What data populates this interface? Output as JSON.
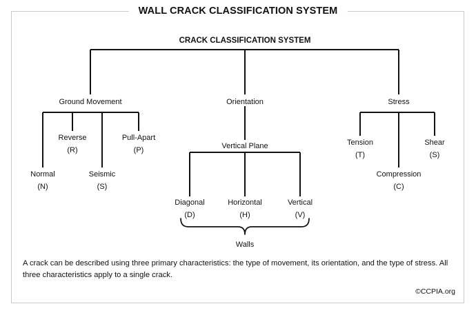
{
  "frame": {
    "title": "WALL CRACK CLASSIFICATION SYSTEM",
    "border_color": "#c9c9cf"
  },
  "diagram": {
    "type": "tree",
    "line_color": "#111111",
    "root": {
      "label": "CRACK CLASSIFICATION SYSTEM"
    },
    "branches": [
      {
        "label": "Ground Movement",
        "children": [
          {
            "name": "Normal",
            "code": "(N)"
          },
          {
            "name": "Reverse",
            "code": "(R)"
          },
          {
            "name": "Seismic",
            "code": "(S)"
          },
          {
            "name": "Pull-Apart",
            "code": "(P)"
          }
        ]
      },
      {
        "label": "Orientation",
        "intermediate": "Vertical Plane",
        "children": [
          {
            "name": "Diagonal",
            "code": "(D)"
          },
          {
            "name": "Horizontal",
            "code": "(H)"
          },
          {
            "name": "Vertical",
            "code": "(V)"
          }
        ],
        "brace_label": "Walls"
      },
      {
        "label": "Stress",
        "children": [
          {
            "name": "Tension",
            "code": "(T)"
          },
          {
            "name": "Compression",
            "code": "(C)"
          },
          {
            "name": "Shear",
            "code": "(S)"
          }
        ]
      }
    ]
  },
  "caption": "A crack can be described using three primary characteristics: the type of movement, its orientation, and the type of stress. All three characteristics apply to a single crack.",
  "credit": "©CCPIA.org"
}
